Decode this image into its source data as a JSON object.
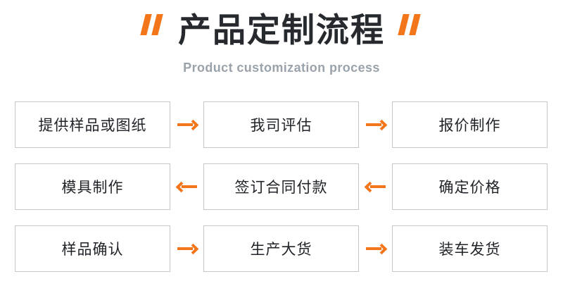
{
  "header": {
    "quote_open": "quote-open-mark",
    "quote_close": "quote-close-mark",
    "title": "产品定制流程",
    "subtitle": "Product customization process"
  },
  "colors": {
    "accent_orange": "#F4761B",
    "title_dark": "#26292e",
    "subtitle_gray": "#9aa3ab",
    "box_border": "#c4c6c9",
    "box_text": "#1f2328",
    "background": "#ffffff"
  },
  "flow": {
    "rows": [
      {
        "direction": "right",
        "arrow_glyph": "→",
        "steps": [
          {
            "label": "提供样品或图纸",
            "order": 1
          },
          {
            "label": "我司评估",
            "order": 2
          },
          {
            "label": "报价制作",
            "order": 3
          }
        ]
      },
      {
        "direction": "left",
        "arrow_glyph": "←",
        "steps": [
          {
            "label": "模具制作",
            "order": 6
          },
          {
            "label": "签订合同付款",
            "order": 5
          },
          {
            "label": "确定价格",
            "order": 4
          }
        ]
      },
      {
        "direction": "right",
        "arrow_glyph": "→",
        "steps": [
          {
            "label": "样品确认",
            "order": 7
          },
          {
            "label": "生产大货",
            "order": 8
          },
          {
            "label": "装车发货",
            "order": 9
          }
        ]
      }
    ]
  }
}
